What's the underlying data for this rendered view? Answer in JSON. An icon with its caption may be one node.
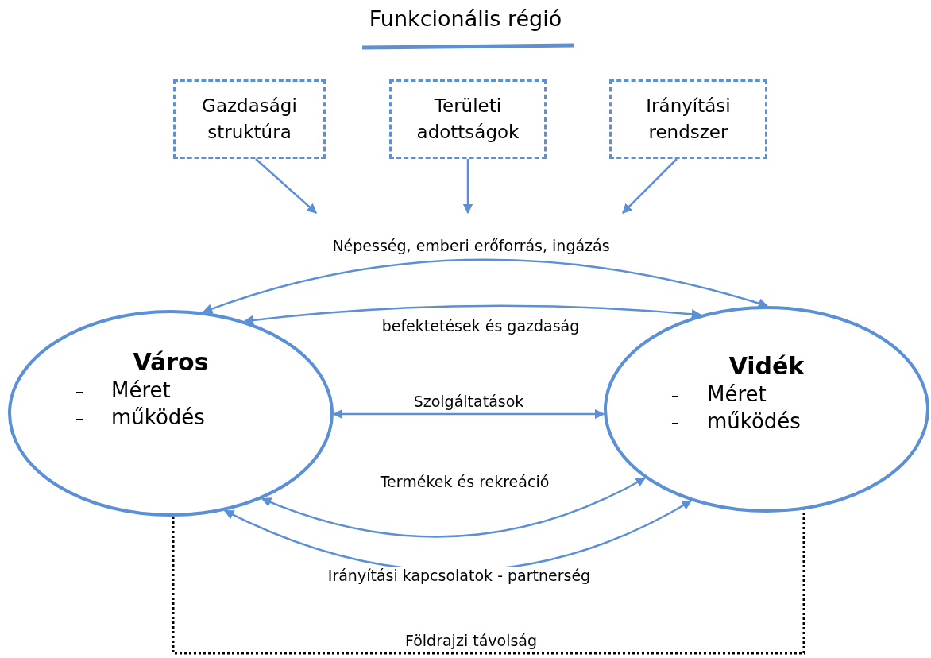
{
  "diagram": {
    "title": "Funkcionális régió",
    "nodes": [
      {
        "text": [
          "Gazdasági struktúra"
        ]
      },
      {
        "text": [
          "Területi adottságok"
        ]
      },
      {
        "text": [
          "Irányítási rendszer"
        ]
      },
      {
        "text": [
          "Népesség, emberi erőforrás, ingázás"
        ]
      },
      {
        "text": [
          "Város",
          "Méret",
          "működés"
        ]
      },
      {
        "text": [
          "Vidék",
          "Méret",
          "működés"
        ]
      }
    ],
    "edges": [
      {
        "from": 0,
        "to": 3,
        "arrow": "to"
      },
      {
        "from": 1,
        "to": 3,
        "arrow": "to"
      },
      {
        "from": 2,
        "to": 3,
        "arrow": "to"
      },
      {
        "from": 4,
        "to": 5,
        "arrow": "both"
      },
      {
        "from": 4,
        "to": 5,
        "arrow": "both",
        "label": "befektetések és gazdaság"
      },
      {
        "from": 4,
        "to": 5,
        "arrow": "both",
        "label": "Szolgáltatások"
      },
      {
        "from": 4,
        "to": 5,
        "arrow": "both",
        "label": "Termékek és rekreáció"
      },
      {
        "from": 4,
        "to": 5,
        "arrow": "both",
        "label": "Irányítási kapcsolatok - partnerség"
      },
      {
        "from": 4,
        "to": 5,
        "arrow": "none",
        "label": "Földrajzi távolság",
        "style": "dashed",
        "color": "#000000"
      }
    ]
  }
}
